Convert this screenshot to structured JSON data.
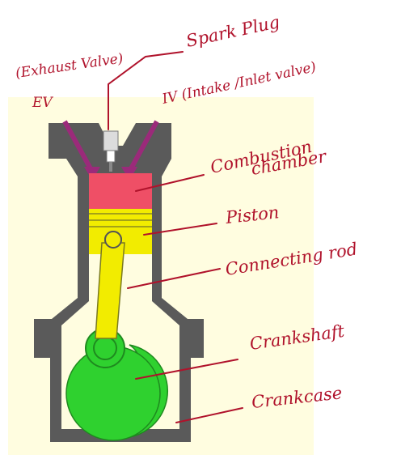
{
  "labels": {
    "exhaust_valve_note": "(Exhaust Valve)",
    "ev": "EV",
    "spark_plug": "Spark Plug",
    "iv_note": "IV (Intake /Inlet valve)",
    "combustion_1": "Combustion",
    "combustion_2": "chamber",
    "piston": "Piston",
    "connecting_rod": "Connecting rod",
    "crankshaft": "Crankshaft",
    "crankcase": "Crankcase"
  },
  "colors": {
    "background_panel": "#fffde0",
    "engine_wall": "#5a5a5a",
    "combustion_chamber": "#ef4f66",
    "piston": "#f2ec00",
    "connecting_rod": "#f2ec00",
    "crankshaft": "#2fd12f",
    "valves": "#9b2a7a",
    "handwriting": "#b0122b"
  }
}
